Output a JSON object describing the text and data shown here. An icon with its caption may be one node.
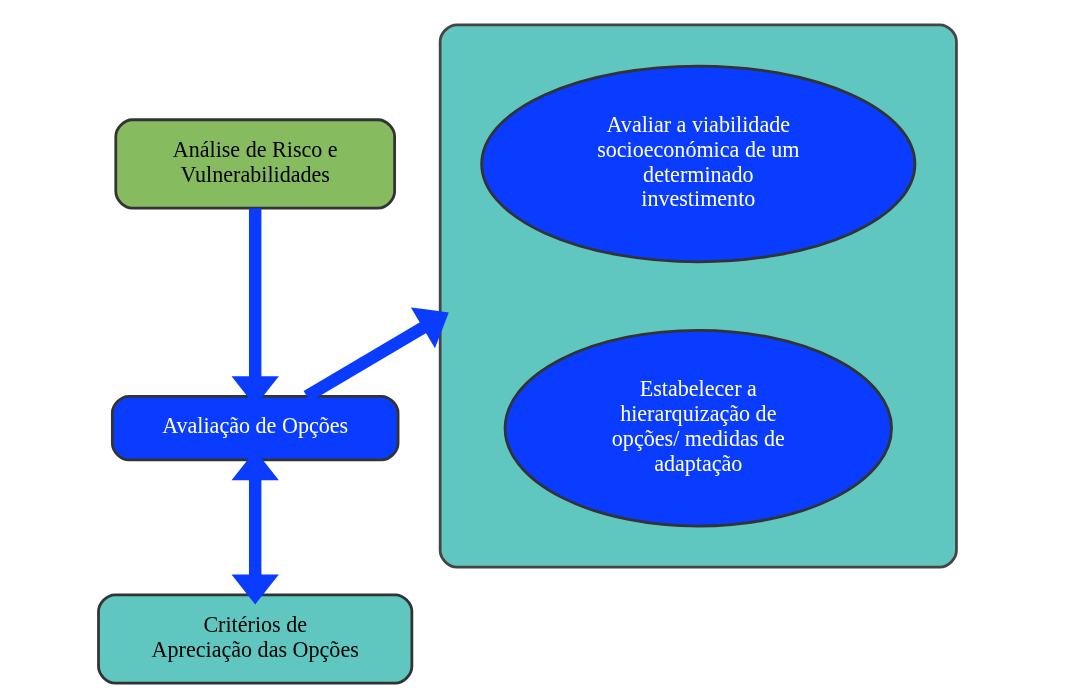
{
  "diagram": {
    "nodes": [
      {
        "text": [
          "Análise de Risco e Vulnerabilidades"
        ]
      },
      {
        "text": [
          "Avaliação de Opções"
        ]
      },
      {
        "text": [
          "Critérios de Apreciação das Opções"
        ]
      },
      {
        "text": [],
        "shape": "box"
      },
      {
        "text": [
          "Avaliar a viabilidade socioeconómica de um determinado investimento"
        ],
        "in": 3
      },
      {
        "text": [
          "Estabelecer a hierarquização de opções/ medidas de adaptação"
        ],
        "in": 3
      }
    ],
    "edges": [
      {
        "from": 0,
        "to": 1,
        "arrow": "to"
      },
      {
        "from": 1,
        "to": 2,
        "arrow": "both"
      },
      {
        "from": 1,
        "to": 3,
        "arrow": "to"
      }
    ]
  }
}
